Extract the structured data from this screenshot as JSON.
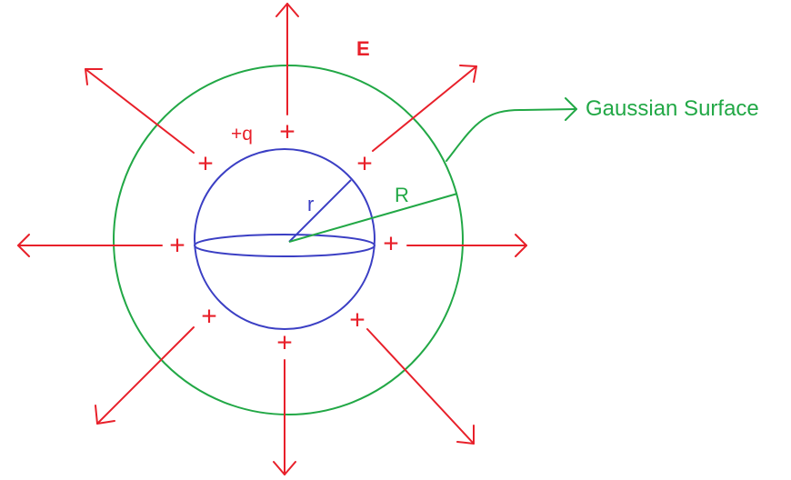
{
  "labels": {
    "field": "E",
    "charge": "+q",
    "inner_radius": "r",
    "gaussian_radius": "R",
    "gaussian_surface": "Gaussian Surface"
  },
  "charge_symbol": "+",
  "colors": {
    "field_lines": "#e8202a",
    "charged_sphere": "#3b3fc4",
    "gaussian_surface": "#22a846",
    "background": "#ffffff"
  }
}
